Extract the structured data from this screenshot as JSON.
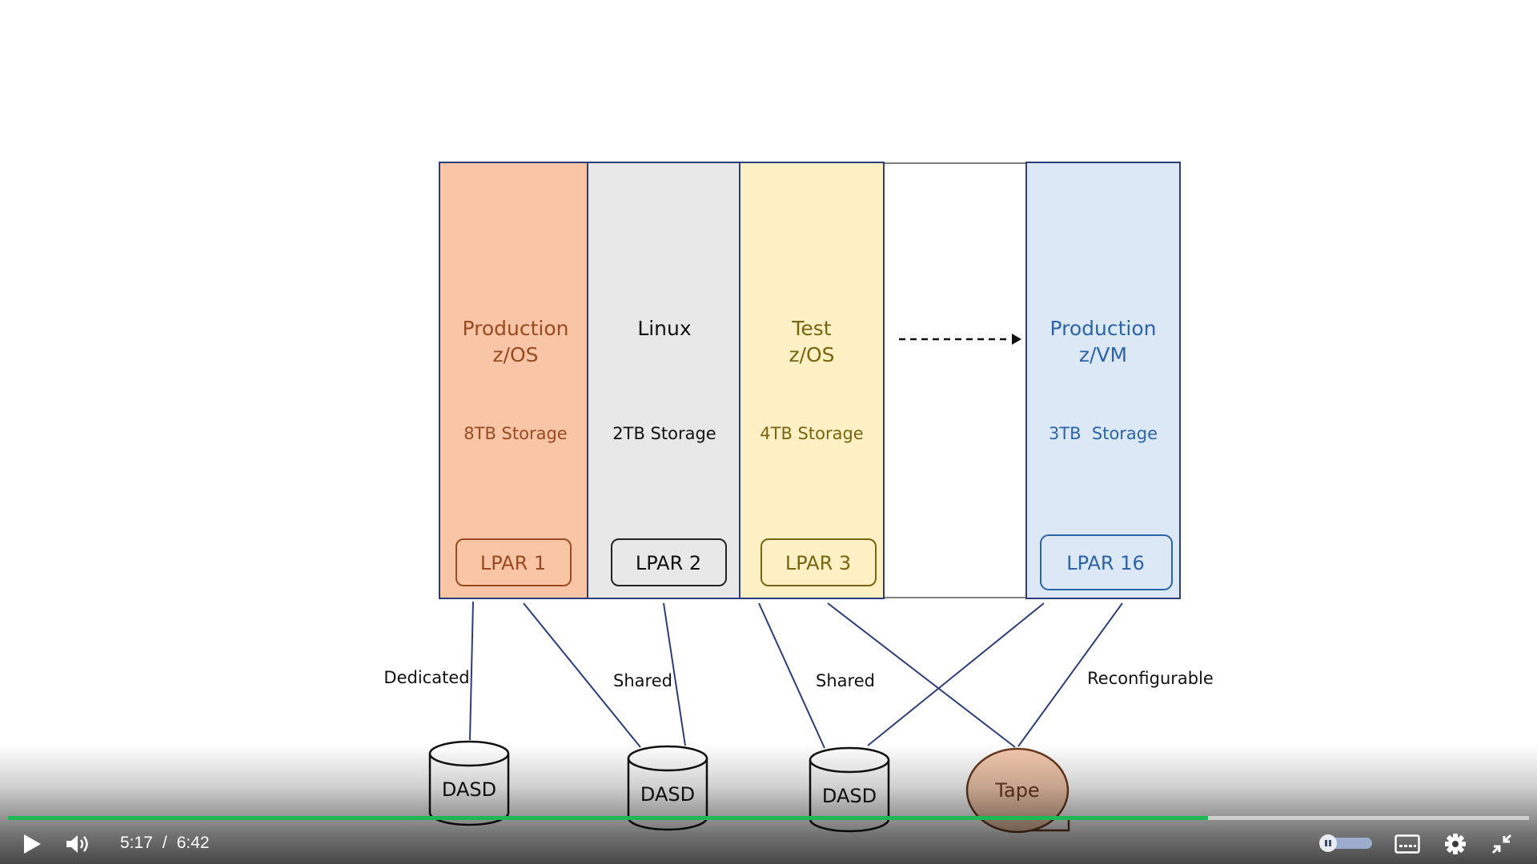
{
  "diagram": {
    "lpars": [
      {
        "name": "Production\nz/OS",
        "line1": "Production",
        "line2": "z/OS",
        "storage": "8TB Storage",
        "label": "LPAR 1",
        "fill": "#f8c5a6",
        "text_color": "#9b4a20"
      },
      {
        "name": "Linux",
        "line1": "Linux",
        "line2": "",
        "storage": "2TB Storage",
        "label": "LPAR 2",
        "fill": "#e8e8e8",
        "text_color": "#111111"
      },
      {
        "name": "Test\nz/OS",
        "line1": "Test",
        "line2": "z/OS",
        "storage": "4TB Storage",
        "label": "LPAR 3",
        "fill": "#fdf0c4",
        "text_color": "#7a6410"
      },
      {
        "name": "Production\nz/VM",
        "line1": "Production",
        "line2": "z/VM",
        "storage": "3TB  Storage",
        "label": "LPAR 16",
        "fill": "#dce8f5",
        "text_color": "#2b64a8"
      }
    ],
    "connection_labels": {
      "dedicated": "Dedicated",
      "shared_1": "Shared",
      "shared_2": "Shared",
      "reconfigurable": "Reconfigurable"
    },
    "devices": [
      {
        "label": "DASD",
        "type": "disk"
      },
      {
        "label": "DASD",
        "type": "disk"
      },
      {
        "label": "DASD",
        "type": "disk"
      },
      {
        "label": "Tape",
        "type": "tape"
      }
    ]
  },
  "player": {
    "current_time": "5:17",
    "separator": "/",
    "duration": "6:42",
    "progress_fraction": 0.789,
    "play_icon": "play-icon",
    "volume_icon": "volume-icon",
    "speed_icon": "pause-toggle-icon",
    "captions_icon": "captions-icon",
    "settings_icon": "gear-icon",
    "exit_fullscreen_icon": "exit-fullscreen-icon",
    "accent_color": "#1db954"
  }
}
